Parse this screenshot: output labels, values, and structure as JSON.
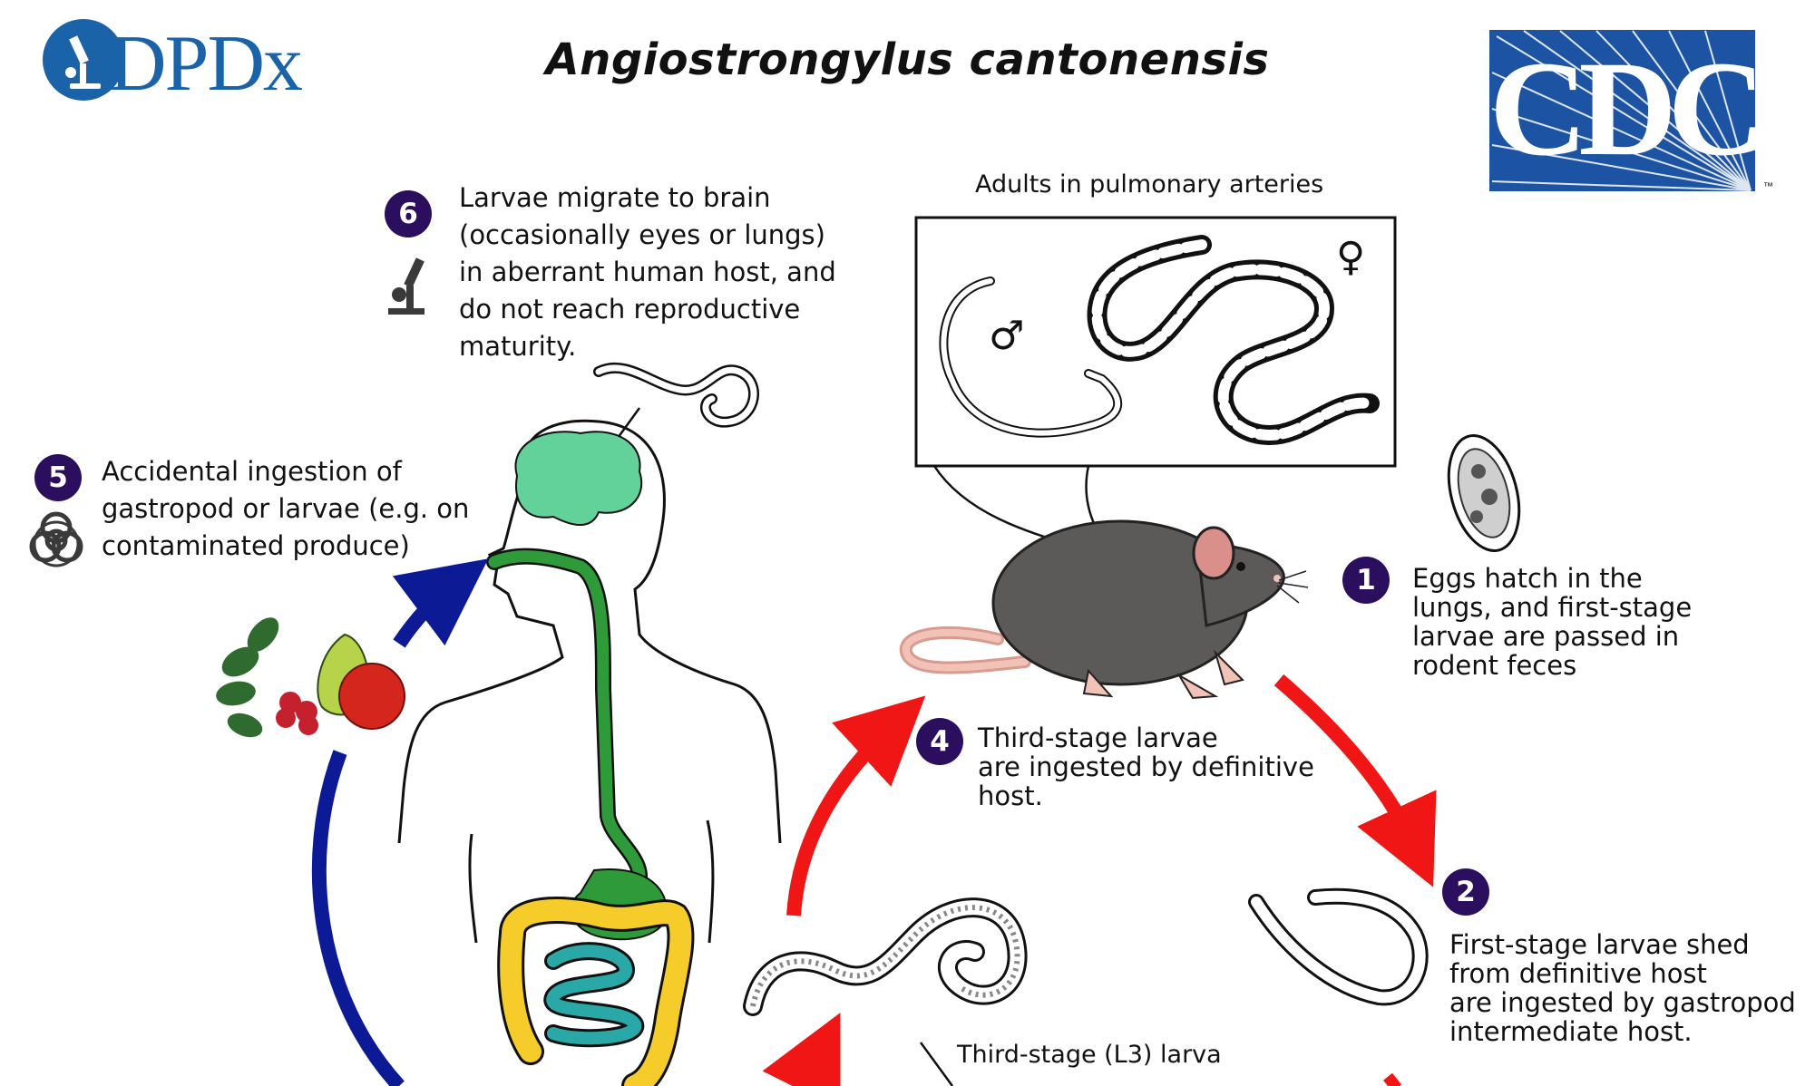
{
  "header": {
    "title": "Angiostrongylus cantonensis",
    "logo_left": "DPDx",
    "logo_right": "CDC",
    "logo_right_tm": "™"
  },
  "steps": [
    {
      "number": "1",
      "text": [
        "Eggs hatch in the",
        "lungs, and first-stage",
        "larvae are passed in",
        "rodent feces"
      ]
    },
    {
      "number": "2",
      "text": [
        "First-stage larvae shed",
        "from definitive host",
        "are ingested by gastropod",
        "intermediate host."
      ]
    },
    {
      "number": "4",
      "text": [
        "Third-stage larvae",
        "are ingested by definitive",
        "host."
      ]
    },
    {
      "number": "5",
      "text": [
        "Accidental ingestion of",
        "gastropod or larvae (e.g. on",
        "contaminated produce)"
      ]
    },
    {
      "number": "6",
      "text": [
        "Larvae migrate to brain",
        "(occasionally eyes or lungs)",
        "in aberrant human host, and",
        "do not reach reproductive",
        "maturity."
      ]
    }
  ],
  "captions": {
    "adults": "Adults in pulmonary arteries",
    "l3": "Third-stage (L3) larva",
    "male_symbol": "♂",
    "female_symbol": "♀"
  },
  "icons": {
    "diagnostic_stage": "microscope-icon",
    "infective_stage": "biohazard-icon"
  },
  "colors": {
    "step_circle": "#2b0f5e",
    "arrow_red": "#f01616",
    "arrow_blue": "#0d1a96",
    "brain": "#63d19a",
    "gut_green": "#2e9a3a",
    "colon": "#f6cc2a",
    "small_intestine": "#2aa7a7",
    "rat": "#5c5a58",
    "dpdx_blue": "#1a63a8",
    "cdc_blue": "#1c54a3"
  }
}
